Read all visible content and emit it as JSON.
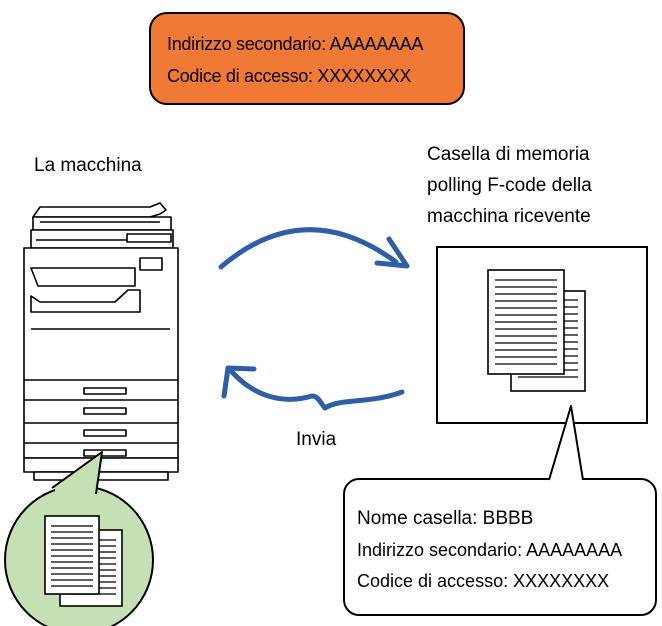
{
  "header_box": {
    "line1": "Indirizzo secondario: AAAAAAAA",
    "line2": "Codice di accesso: XXXXXXXX",
    "fill": "#f07a35"
  },
  "machine": {
    "label": "La macchina"
  },
  "receiver": {
    "title_line1": "Casella di memoria",
    "title_line2": "polling F-code della",
    "title_line3": "macchina ricevente"
  },
  "arrows": {
    "label": "Invia",
    "color": "#2e5ea8"
  },
  "callout": {
    "line1": "Nome casella: BBBB",
    "line2": "Indirizzo secondario: AAAAAAAA",
    "line3": "Codice di accesso: XXXXXXXX"
  },
  "document_circle": {
    "fill": "#c5e0b4"
  },
  "icons": [
    "printer-icon",
    "document-stack-icon",
    "send-arrow-icon",
    "return-arrow-icon"
  ]
}
